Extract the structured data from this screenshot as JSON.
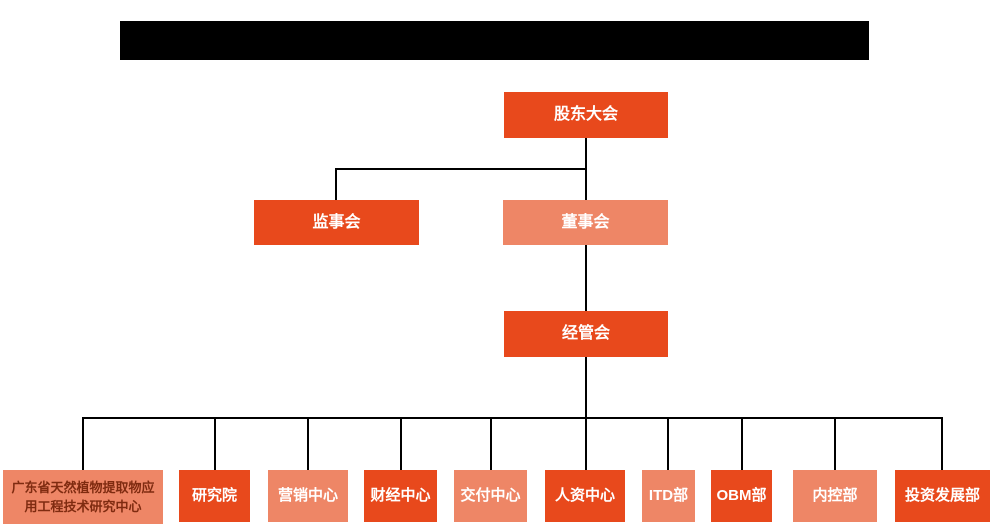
{
  "colors": {
    "primary_box": "#E8491C",
    "secondary_box": "#EE8666",
    "box_text": "#FFFFFF",
    "research_center_text": "#7F2B10",
    "connector_line": "#000000",
    "redacted_bar": "#000000",
    "background": "#FFFFFF"
  },
  "org": {
    "shareholders": {
      "label": "股东大会"
    },
    "supervisory_board": {
      "label": "监事会"
    },
    "board_of_directors": {
      "label": "董事会"
    },
    "management_committee": {
      "label": "经管会"
    },
    "departments": [
      {
        "label": "广东省天然植物提取物应用工程技术研究中心"
      },
      {
        "label": "研究院"
      },
      {
        "label": "营销中心"
      },
      {
        "label": "财经中心"
      },
      {
        "label": "交付中心"
      },
      {
        "label": "人资中心"
      },
      {
        "label": "ITD部"
      },
      {
        "label": "OBM部"
      },
      {
        "label": "内控部"
      },
      {
        "label": "投资发展部"
      }
    ]
  }
}
